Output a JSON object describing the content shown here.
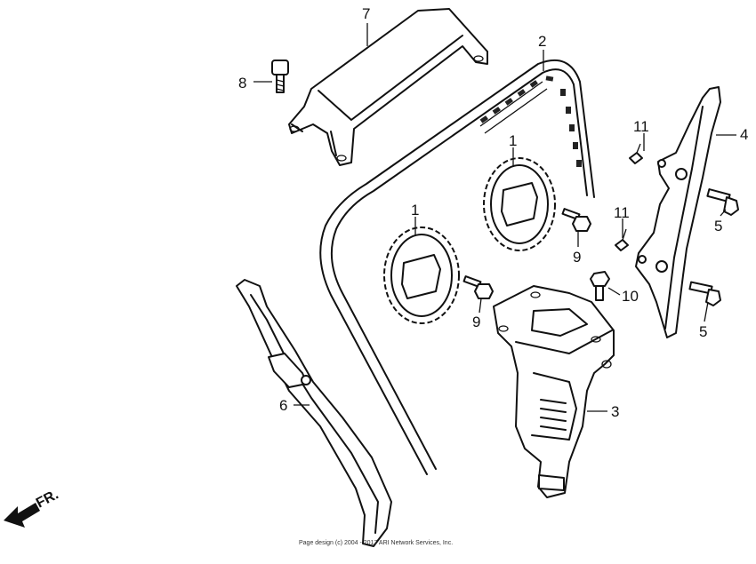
{
  "diagram": {
    "callouts": [
      {
        "id": "c1a",
        "text": "1"
      },
      {
        "id": "c1b",
        "text": "1"
      },
      {
        "id": "c2",
        "text": "2"
      },
      {
        "id": "c3",
        "text": "3"
      },
      {
        "id": "c4",
        "text": "4"
      },
      {
        "id": "c5a",
        "text": "5"
      },
      {
        "id": "c5b",
        "text": "5"
      },
      {
        "id": "c6",
        "text": "6"
      },
      {
        "id": "c7",
        "text": "7"
      },
      {
        "id": "c8",
        "text": "8"
      },
      {
        "id": "c9a",
        "text": "9"
      },
      {
        "id": "c9b",
        "text": "9"
      },
      {
        "id": "c10",
        "text": "10"
      },
      {
        "id": "c11a",
        "text": "11"
      },
      {
        "id": "c11b",
        "text": "11"
      }
    ],
    "direction_label": "FR.",
    "footer": "Page design (c) 2004 - 2017 ARI Network Services, Inc."
  }
}
